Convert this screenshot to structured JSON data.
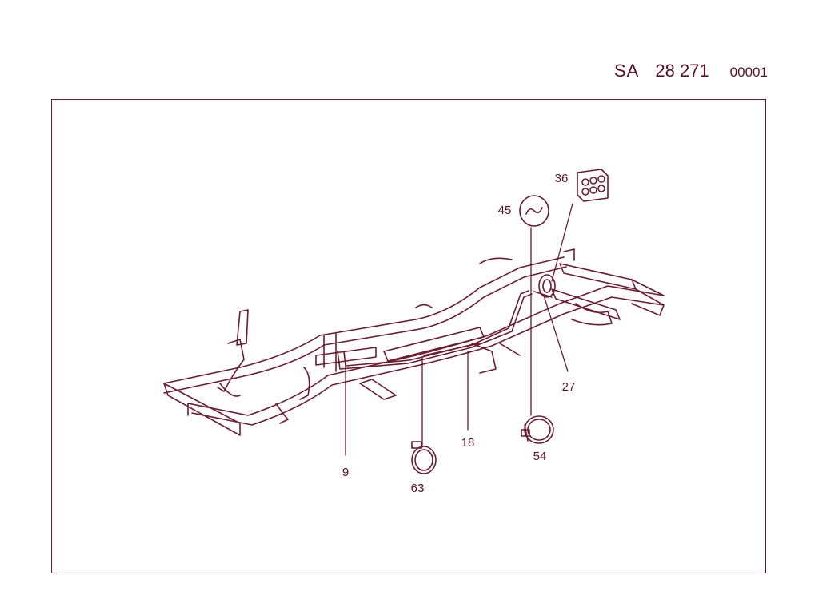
{
  "header": {
    "prefix": "SA",
    "number": "28 271",
    "sheet": "00001"
  },
  "callouts": {
    "part_9": "9",
    "part_18": "18",
    "part_27": "27",
    "part_36": "36",
    "part_45": "45",
    "part_54": "54",
    "part_63": "63"
  },
  "colors": {
    "line": "#6e1a2c",
    "text": "#5c1022",
    "background": "#ffffff"
  }
}
